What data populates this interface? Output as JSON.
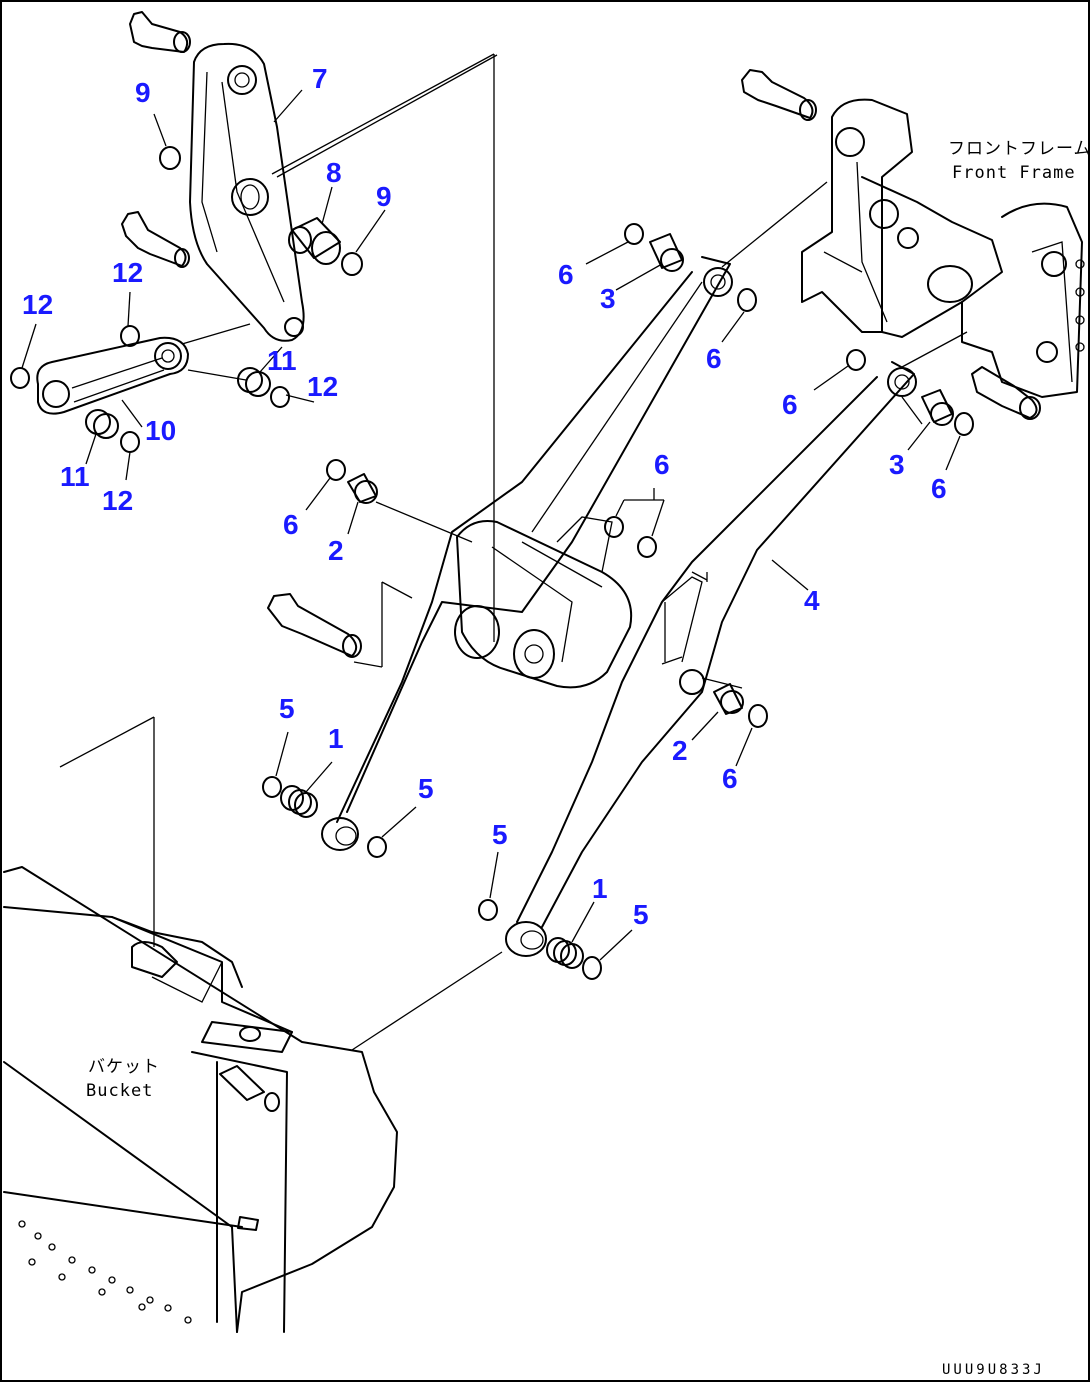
{
  "labels": {
    "front_frame_jp": "フロントフレーム",
    "front_frame_en": "Front Frame",
    "bucket_jp": "バケット",
    "bucket_en": "Bucket"
  },
  "drawing_code": "UUU9U833J",
  "callouts": [
    {
      "id": "7",
      "text": "7"
    },
    {
      "id": "9a",
      "text": "9"
    },
    {
      "id": "8",
      "text": "8"
    },
    {
      "id": "9b",
      "text": "9"
    },
    {
      "id": "12a",
      "text": "12"
    },
    {
      "id": "12b",
      "text": "12"
    },
    {
      "id": "11a",
      "text": "11"
    },
    {
      "id": "12c",
      "text": "12"
    },
    {
      "id": "10",
      "text": "10"
    },
    {
      "id": "11b",
      "text": "11"
    },
    {
      "id": "12d",
      "text": "12"
    },
    {
      "id": "6a",
      "text": "6"
    },
    {
      "id": "3a",
      "text": "3"
    },
    {
      "id": "6b",
      "text": "6"
    },
    {
      "id": "6c",
      "text": "6"
    },
    {
      "id": "3b",
      "text": "3"
    },
    {
      "id": "6d",
      "text": "6"
    },
    {
      "id": "6e",
      "text": "6"
    },
    {
      "id": "6f",
      "text": "6"
    },
    {
      "id": "2a",
      "text": "2"
    },
    {
      "id": "4",
      "text": "4"
    },
    {
      "id": "5a",
      "text": "5"
    },
    {
      "id": "1a",
      "text": "1"
    },
    {
      "id": "5b",
      "text": "5"
    },
    {
      "id": "2b",
      "text": "2"
    },
    {
      "id": "6g",
      "text": "6"
    },
    {
      "id": "5c",
      "text": "5"
    },
    {
      "id": "1b",
      "text": "1"
    },
    {
      "id": "5d",
      "text": "5"
    }
  ]
}
